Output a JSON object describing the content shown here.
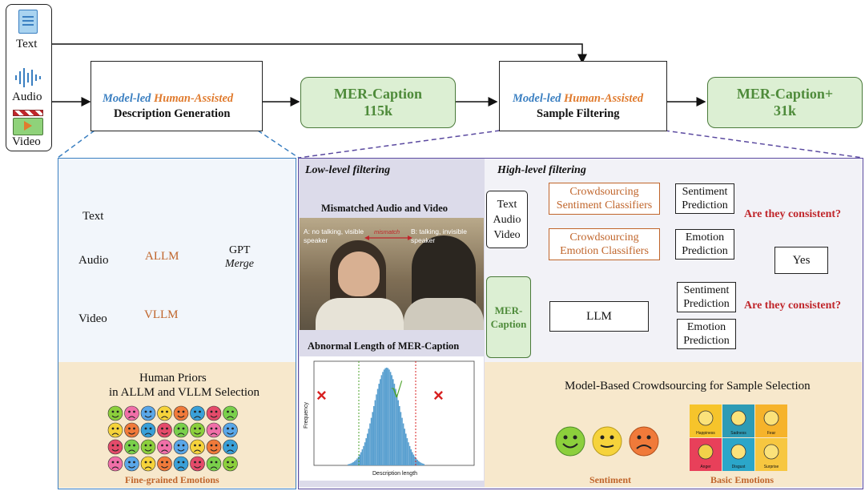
{
  "inputs": {
    "text": "Text",
    "audio": "Audio",
    "video": "Video"
  },
  "stage1": {
    "model_led": "Model-led",
    "human_assisted": "Human-Assisted",
    "title": "Description Generation"
  },
  "dataset1": {
    "name": "MER-Caption",
    "size": "115k"
  },
  "stage2": {
    "model_led": "Model-led",
    "human_assisted": "Human-Assisted",
    "title": "Sample Filtering"
  },
  "dataset2": {
    "name": "MER-Caption+",
    "size": "31k"
  },
  "left_panel": {
    "text": "Text",
    "audio": "Audio",
    "video": "Video",
    "allm": "ALLM",
    "vllm": "VLLM",
    "gpt": "GPT",
    "merge": "Merge",
    "priors_line1": "Human Priors",
    "priors_line2": "in ALLM and VLLM Selection",
    "fine_grained": "Fine-grained Emotions"
  },
  "low_level": {
    "title": "Low-level filtering",
    "mismatch_title": "Mismatched Audio and Video",
    "speaker_a": "A: no talking, visible speaker",
    "speaker_b": "B: talking, invisible speaker",
    "mismatch_word": "mismatch",
    "abnormal_title": "Abnormal Length of MER-Caption",
    "plot_ylabel": "Frequency",
    "plot_xlabel": "Description length",
    "check": "√",
    "cross": "×"
  },
  "high_level": {
    "title": "High-level filtering",
    "inputs": [
      "Text",
      "Audio",
      "Video"
    ],
    "crowd_sent": [
      "Crowdsourcing",
      "Sentiment Classifiers"
    ],
    "crowd_emo": [
      "Crowdsourcing",
      "Emotion Classifiers"
    ],
    "sent_pred": [
      "Sentiment",
      "Prediction"
    ],
    "emo_pred": [
      "Emotion",
      "Prediction"
    ],
    "consistent": "Are they consistent?",
    "yes": "Yes",
    "mer_caption": [
      "MER-",
      "Caption"
    ],
    "llm": "LLM",
    "crowd_title": "Model-Based Crowdsourcing for Sample Selection",
    "sentiment": "Sentiment",
    "basic_emotions": "Basic Emotions",
    "emo_tiles": [
      "Happiness",
      "Sadness",
      "Fear",
      "Anger",
      "Disgust",
      "Surprise"
    ]
  },
  "colors": {
    "blue": "#3a7fc1",
    "orange": "#e07b2e",
    "green": "#4e8b3a",
    "purple": "#5b4aa0",
    "red": "#c0262b"
  }
}
